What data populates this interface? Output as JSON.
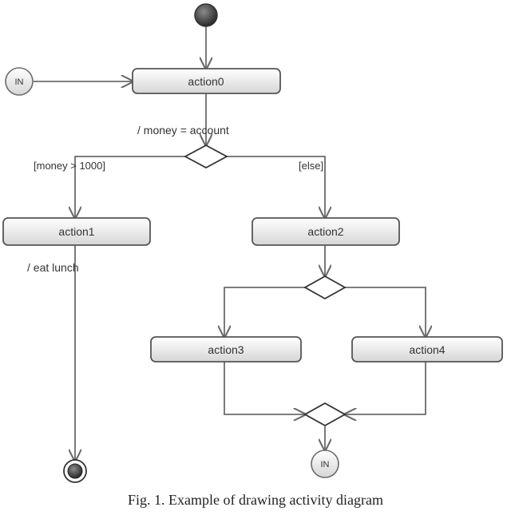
{
  "nodes": {
    "start": {
      "label": ""
    },
    "in_connector": {
      "label": "IN"
    },
    "action0": {
      "label": "action0"
    },
    "action1": {
      "label": "action1"
    },
    "action2": {
      "label": "action2"
    },
    "action3": {
      "label": "action3"
    },
    "action4": {
      "label": "action4"
    },
    "out_connector": {
      "label": "IN"
    },
    "end": {
      "label": ""
    }
  },
  "labels": {
    "assign": "/ money = account",
    "guard_left": "[money > 1000]",
    "guard_right": "[else]",
    "eat_lunch": "/ eat lunch"
  },
  "caption": "Fig. 1. Example of drawing activity diagram",
  "colors": {
    "line": "#6b6b6b",
    "node_fill_top": "#ffffff",
    "node_fill_bottom": "#d9d9d9",
    "start_fill": "#3a3a3a",
    "text": "#333333"
  }
}
